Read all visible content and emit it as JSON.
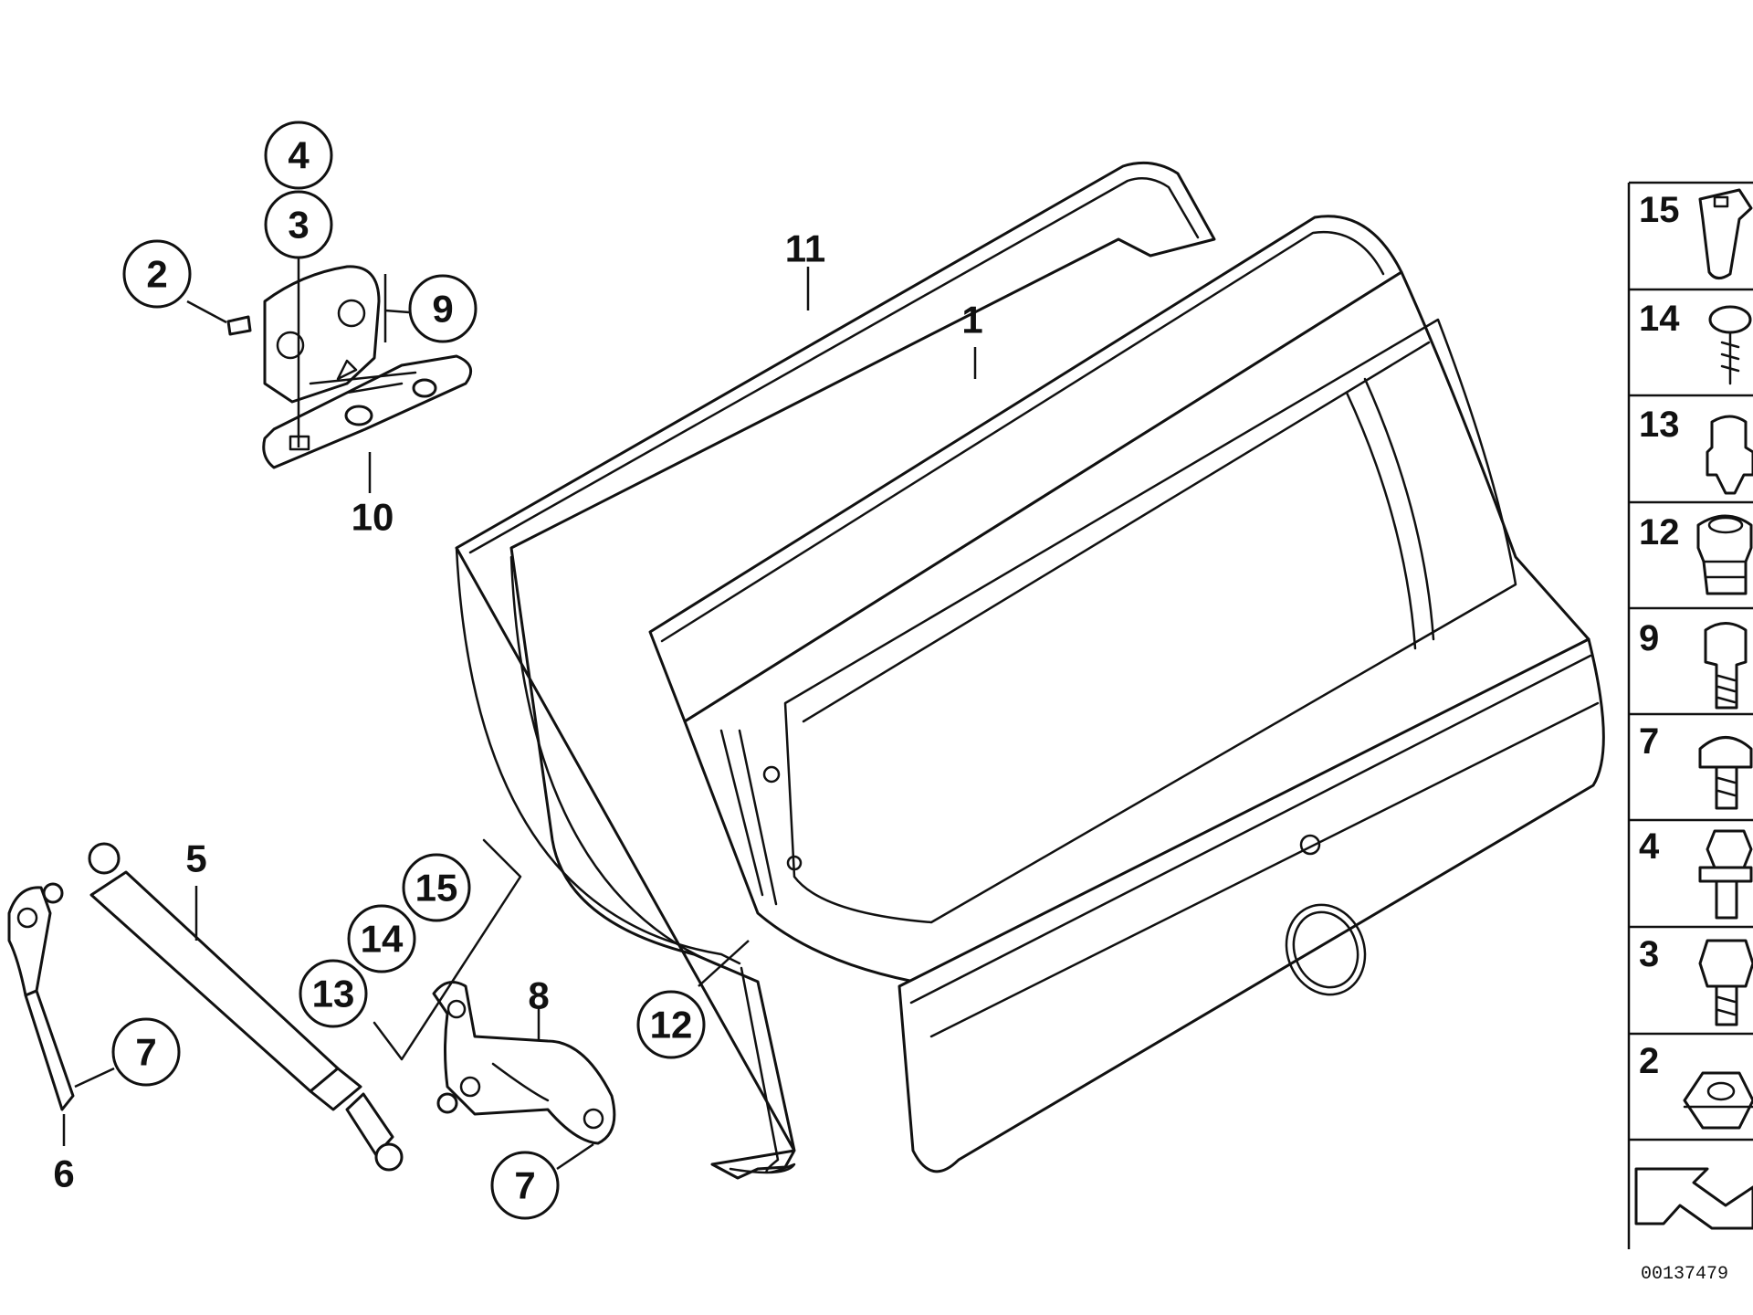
{
  "callouts": {
    "c1": "1",
    "c2": "2",
    "c3": "3",
    "c4": "4",
    "c5": "5",
    "c6": "6",
    "c7a": "7",
    "c7b": "7",
    "c8": "8",
    "c9": "9",
    "c10": "10",
    "c11": "11",
    "c12": "12",
    "c13": "13",
    "c14": "14",
    "c15": "15"
  },
  "parts_panel": {
    "items": [
      "15",
      "14",
      "13",
      "12",
      "9",
      "7",
      "4",
      "3",
      "2"
    ]
  },
  "catalog_number": "00137479",
  "colors": {
    "line": "#111111",
    "background": "#ffffff"
  }
}
